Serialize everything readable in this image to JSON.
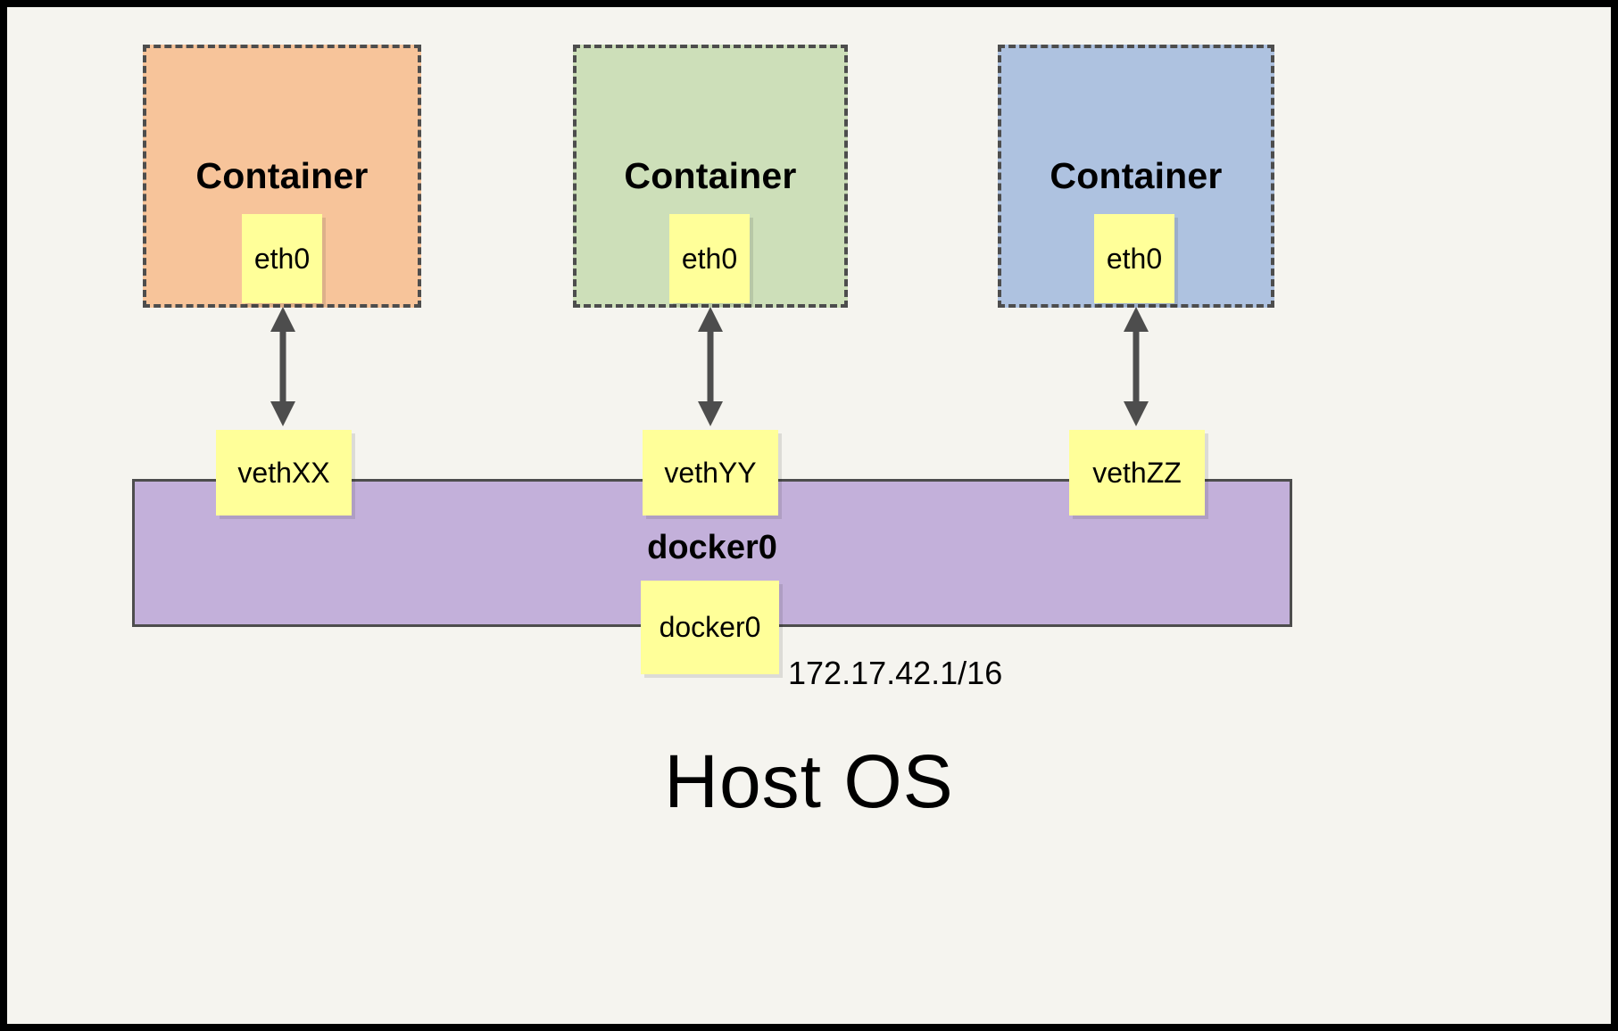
{
  "diagram": {
    "title_bottom": "Host OS",
    "background_color": "#f5f4ef",
    "frame_color": "#000000",
    "containers": [
      {
        "label": "Container",
        "interface_label": "eth0",
        "fill_color": "#f7c49a",
        "border_color": "#4d4d4d",
        "veth_label": "vethXX"
      },
      {
        "label": "Container",
        "interface_label": "eth0",
        "fill_color": "#cddfb9",
        "border_color": "#4d4d4d",
        "veth_label": "vethYY"
      },
      {
        "label": "Container",
        "interface_label": "eth0",
        "fill_color": "#aec2e0",
        "border_color": "#4d4d4d",
        "veth_label": "vethZZ"
      }
    ],
    "bridge": {
      "label": "docker0",
      "interface_label": "docker0",
      "ip_address": "172.17.42.1/16",
      "fill_color": "#c3b0da",
      "border_color": "#4d4d4d"
    },
    "note_fill_color": "#ffff99",
    "arrow_color": "#4d4d4d"
  }
}
